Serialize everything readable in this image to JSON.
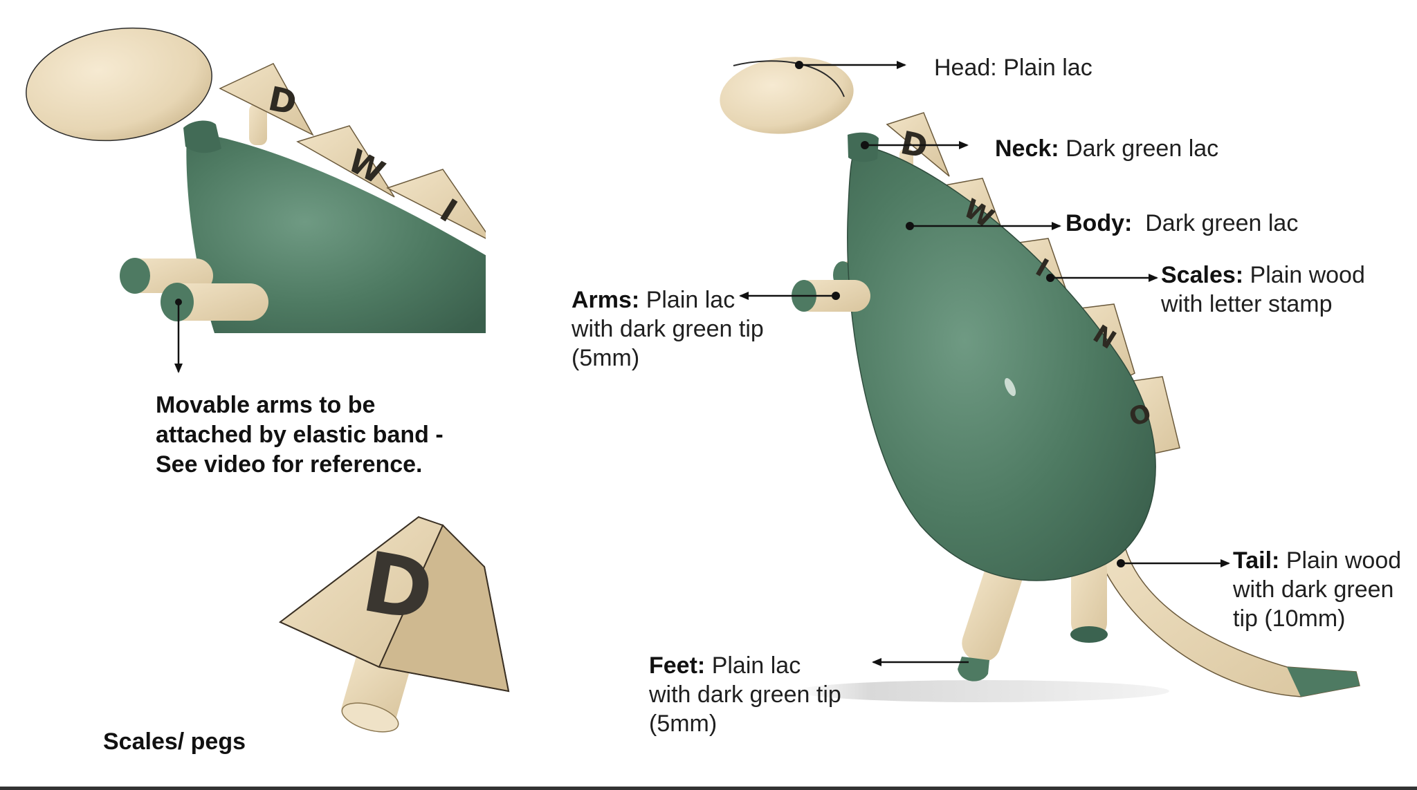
{
  "callouts": {
    "head": {
      "title": "Head:",
      "lines": [
        "Plain lac"
      ]
    },
    "neck": {
      "title": "Neck:",
      "lines": [
        "Dark green lac"
      ]
    },
    "body": {
      "title": "Body:",
      "lines": [
        "Dark green lac"
      ]
    },
    "scales": {
      "title": "Scales:",
      "lines": [
        "Plain wood",
        "with letter stamp"
      ]
    },
    "arms": {
      "title": "Arms:",
      "lines": [
        "Plain lac",
        "with dark green tip",
        "(5mm)"
      ]
    },
    "tail": {
      "title": "Tail:",
      "lines": [
        "Plain wood",
        "with dark green",
        "tip (10mm)"
      ]
    },
    "feet": {
      "title": "Feet:",
      "lines": [
        "Plain lac",
        "with dark green tip",
        "(5mm)"
      ]
    }
  },
  "notes": {
    "arms_note": [
      "Movable arms to be",
      "attached by elastic band -",
      "See video for reference."
    ],
    "scales_pegs": "Scales/ pegs"
  },
  "scale_letters": [
    "D",
    "W",
    "I",
    "N",
    "O"
  ],
  "inset_letters": [
    "D",
    "W",
    "I"
  ],
  "peg_letter": "D",
  "colors": {
    "wood": "#e9d9b8",
    "wood_shade": "#d4c098",
    "green": "#4e7a62",
    "green_dark": "#3b6350",
    "ink": "#111111"
  }
}
